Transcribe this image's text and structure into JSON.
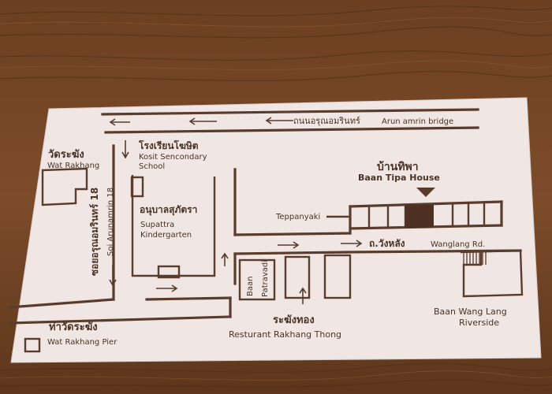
{
  "card": {
    "colors": {
      "card": "#f0e7e4",
      "ink": "#5a3c2c",
      "wood_dark": "#5b3519",
      "wood_light": "#8a5a35"
    },
    "bridge": {
      "thai": "ถนนอรุณอมรินทร์",
      "en": "Arun amrin bridge"
    },
    "temple": {
      "thai": "วัดระฆัง",
      "en": "Wat Rakhang"
    },
    "school": {
      "thai": "โรงเรียนโฆษิต",
      "en_line1": "Kosit Sencondary",
      "en_line2": "School"
    },
    "soi": {
      "thai": "ซอยอรุณอมรินทร์ 18",
      "en": "Soi Arunamrin 18"
    },
    "kindergarten": {
      "thai": "อนุบาลสุภัตรา",
      "en_line1": "Supattra",
      "en_line2": "Kindergarten"
    },
    "house": {
      "thai": "บ้านทิพา",
      "en": "Baan Tipa House"
    },
    "teppanyaki": "Teppanyaki",
    "road": {
      "thai": "ถ.วังหลัง",
      "en": "Wanglang Rd."
    },
    "patravadi": {
      "line1": "Baan",
      "line2": "Patravadi"
    },
    "restaurant": {
      "thai": "ระฆังทอง",
      "en": "Resturant Rakhang Thong"
    },
    "wanglang": {
      "line1": "Baan Wang Lang",
      "line2": "Riverside"
    },
    "pier": {
      "thai": "ท่าวัดระฆัง",
      "en": "Wat Rakhang Pier"
    }
  }
}
